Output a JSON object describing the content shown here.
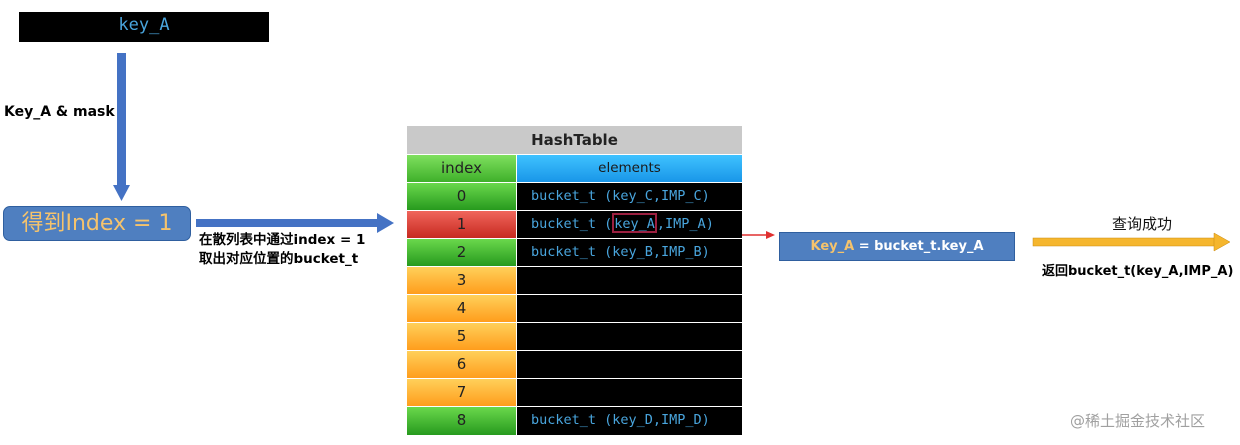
{
  "top_key": "key_A",
  "step1_label": "Key_A & mask",
  "index_box": "得到Index = 1",
  "step2_label_line1": "在散列表中通过index = 1",
  "step2_label_line2": "取出对应位置的bucket_t",
  "table": {
    "title": "HashTable",
    "header_index": "index",
    "header_elements": "elements",
    "rows": [
      {
        "index": "0",
        "element": "bucket_t (key_C,IMP_C)",
        "status": "green"
      },
      {
        "index": "1",
        "element_pre": "bucket_t (",
        "element_key": "key_A",
        "element_post": ",IMP_A)",
        "status": "red"
      },
      {
        "index": "2",
        "element": "bucket_t (key_B,IMP_B)",
        "status": "green"
      },
      {
        "index": "3",
        "element": "",
        "status": "orange"
      },
      {
        "index": "4",
        "element": "",
        "status": "orange"
      },
      {
        "index": "5",
        "element": "",
        "status": "orange"
      },
      {
        "index": "6",
        "element": "",
        "status": "orange"
      },
      {
        "index": "7",
        "element": "",
        "status": "orange"
      },
      {
        "index": "8",
        "element": "bucket_t (key_D,IMP_D)",
        "status": "green"
      }
    ]
  },
  "compare_box_key": "Key_A",
  "compare_box_rest": " = bucket_t.key_A",
  "success_label": "查询成功",
  "return_label": "返回bucket_t(key_A,IMP_A)",
  "watermark": "@稀土掘金技术社区",
  "colors": {
    "arrow_blue": "#4472c4",
    "arrow_red": "#e03030",
    "arrow_orange": "#f5b62e",
    "box_blue": "#4f7fc0",
    "key_text": "#49a5dd"
  }
}
